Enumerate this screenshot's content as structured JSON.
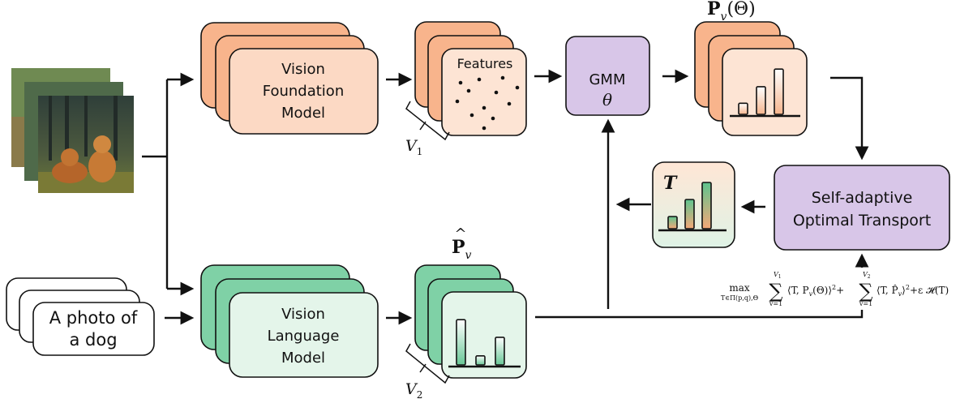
{
  "colors": {
    "orange_fill": "#fcd2b6",
    "orange_light": "#ffe3d2",
    "green_fill": "#7fd3a8",
    "green_light": "#e4f5ea",
    "purple_fill": "#d8c6e8",
    "stroke": "#111111"
  },
  "images": {
    "icon": "dog-photo-stack"
  },
  "text_prompt": {
    "line1": "A photo of",
    "line2": "a dog"
  },
  "vfm": {
    "line1": "Vision",
    "line2": "Foundation",
    "line3": "Model"
  },
  "vlm": {
    "line1": "Vision",
    "line2": "Language",
    "line3": "Model"
  },
  "features": {
    "title": "Features",
    "count_label": "V",
    "count_sub": "1"
  },
  "vlm_hist": {
    "label_main": "P",
    "label_sub": "v",
    "count_label": "V",
    "count_sub": "2",
    "bars": [
      0.9,
      0.18,
      0.55
    ]
  },
  "gmm": {
    "title": "GMM",
    "param": "θ"
  },
  "gmm_hist": {
    "label_main": "P",
    "label_sub": "v",
    "label_arg": "(Θ)",
    "bars": [
      0.22,
      0.55,
      0.9
    ]
  },
  "ot": {
    "line1": "Self-adaptive",
    "line2": "Optimal Transport"
  },
  "transport": {
    "label": "T",
    "bars": [
      0.25,
      0.6,
      0.95
    ]
  },
  "objective": {
    "max": "max",
    "max_sub": "T∈Π(p,q),Θ",
    "sum1_top": "V",
    "sum1_top_sub": "1",
    "sum_bottom": "v=1",
    "term1": "⟨T, P",
    "term1_sub": "v",
    "term1_rest": "(Θ)⟩",
    "sq": "2",
    "plus": "+",
    "sum2_top": "V",
    "sum2_top_sub": "2",
    "term2": "⟨T, P̂",
    "term2_sub": "v",
    "term2_rest": "⟩",
    "term3": "+ε 𝓗(T)"
  }
}
